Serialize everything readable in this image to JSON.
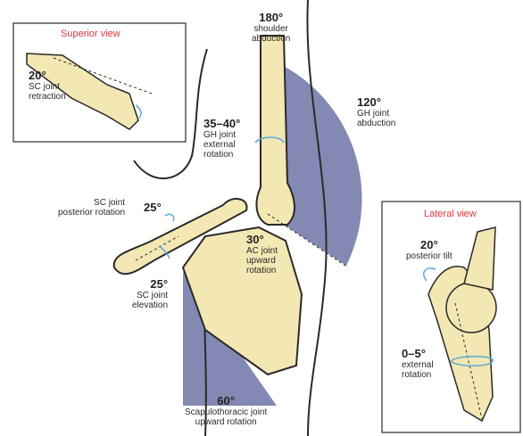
{
  "palette": {
    "bone": "#f3e7b3",
    "outline": "#2a2a2a",
    "sector": "#8389b3",
    "arrow": "#5aa9d6",
    "inset_title": "#d9363e"
  },
  "superior_view": {
    "title": "Superior view",
    "degree": "20°",
    "text": "SC joint\nretraction"
  },
  "lateral_view": {
    "title": "Lateral view",
    "tilt_degree": "20°",
    "tilt_text": "posterior tilt",
    "ext_degree": "0–5°",
    "ext_text": "external\nrotation"
  },
  "labels": {
    "shoulder_abd": {
      "degree": "180°",
      "text": "shoulder\nabduction"
    },
    "gh_abd": {
      "degree": "120°",
      "text": "GH joint\nabduction"
    },
    "gh_ext": {
      "degree": "35–40°",
      "text": "GH joint\nexternal\nrotation"
    },
    "sc_post": {
      "degree": "25°",
      "text": "SC joint\nposterior rotation"
    },
    "ac_up": {
      "degree": "30°",
      "text": "AC joint\nupward\nrotation"
    },
    "sc_elev": {
      "degree": "25°",
      "text": "SC joint\nelevation"
    },
    "st_up": {
      "degree": "60°",
      "text": "Scapulothoracic joint\nupward rotation"
    }
  }
}
